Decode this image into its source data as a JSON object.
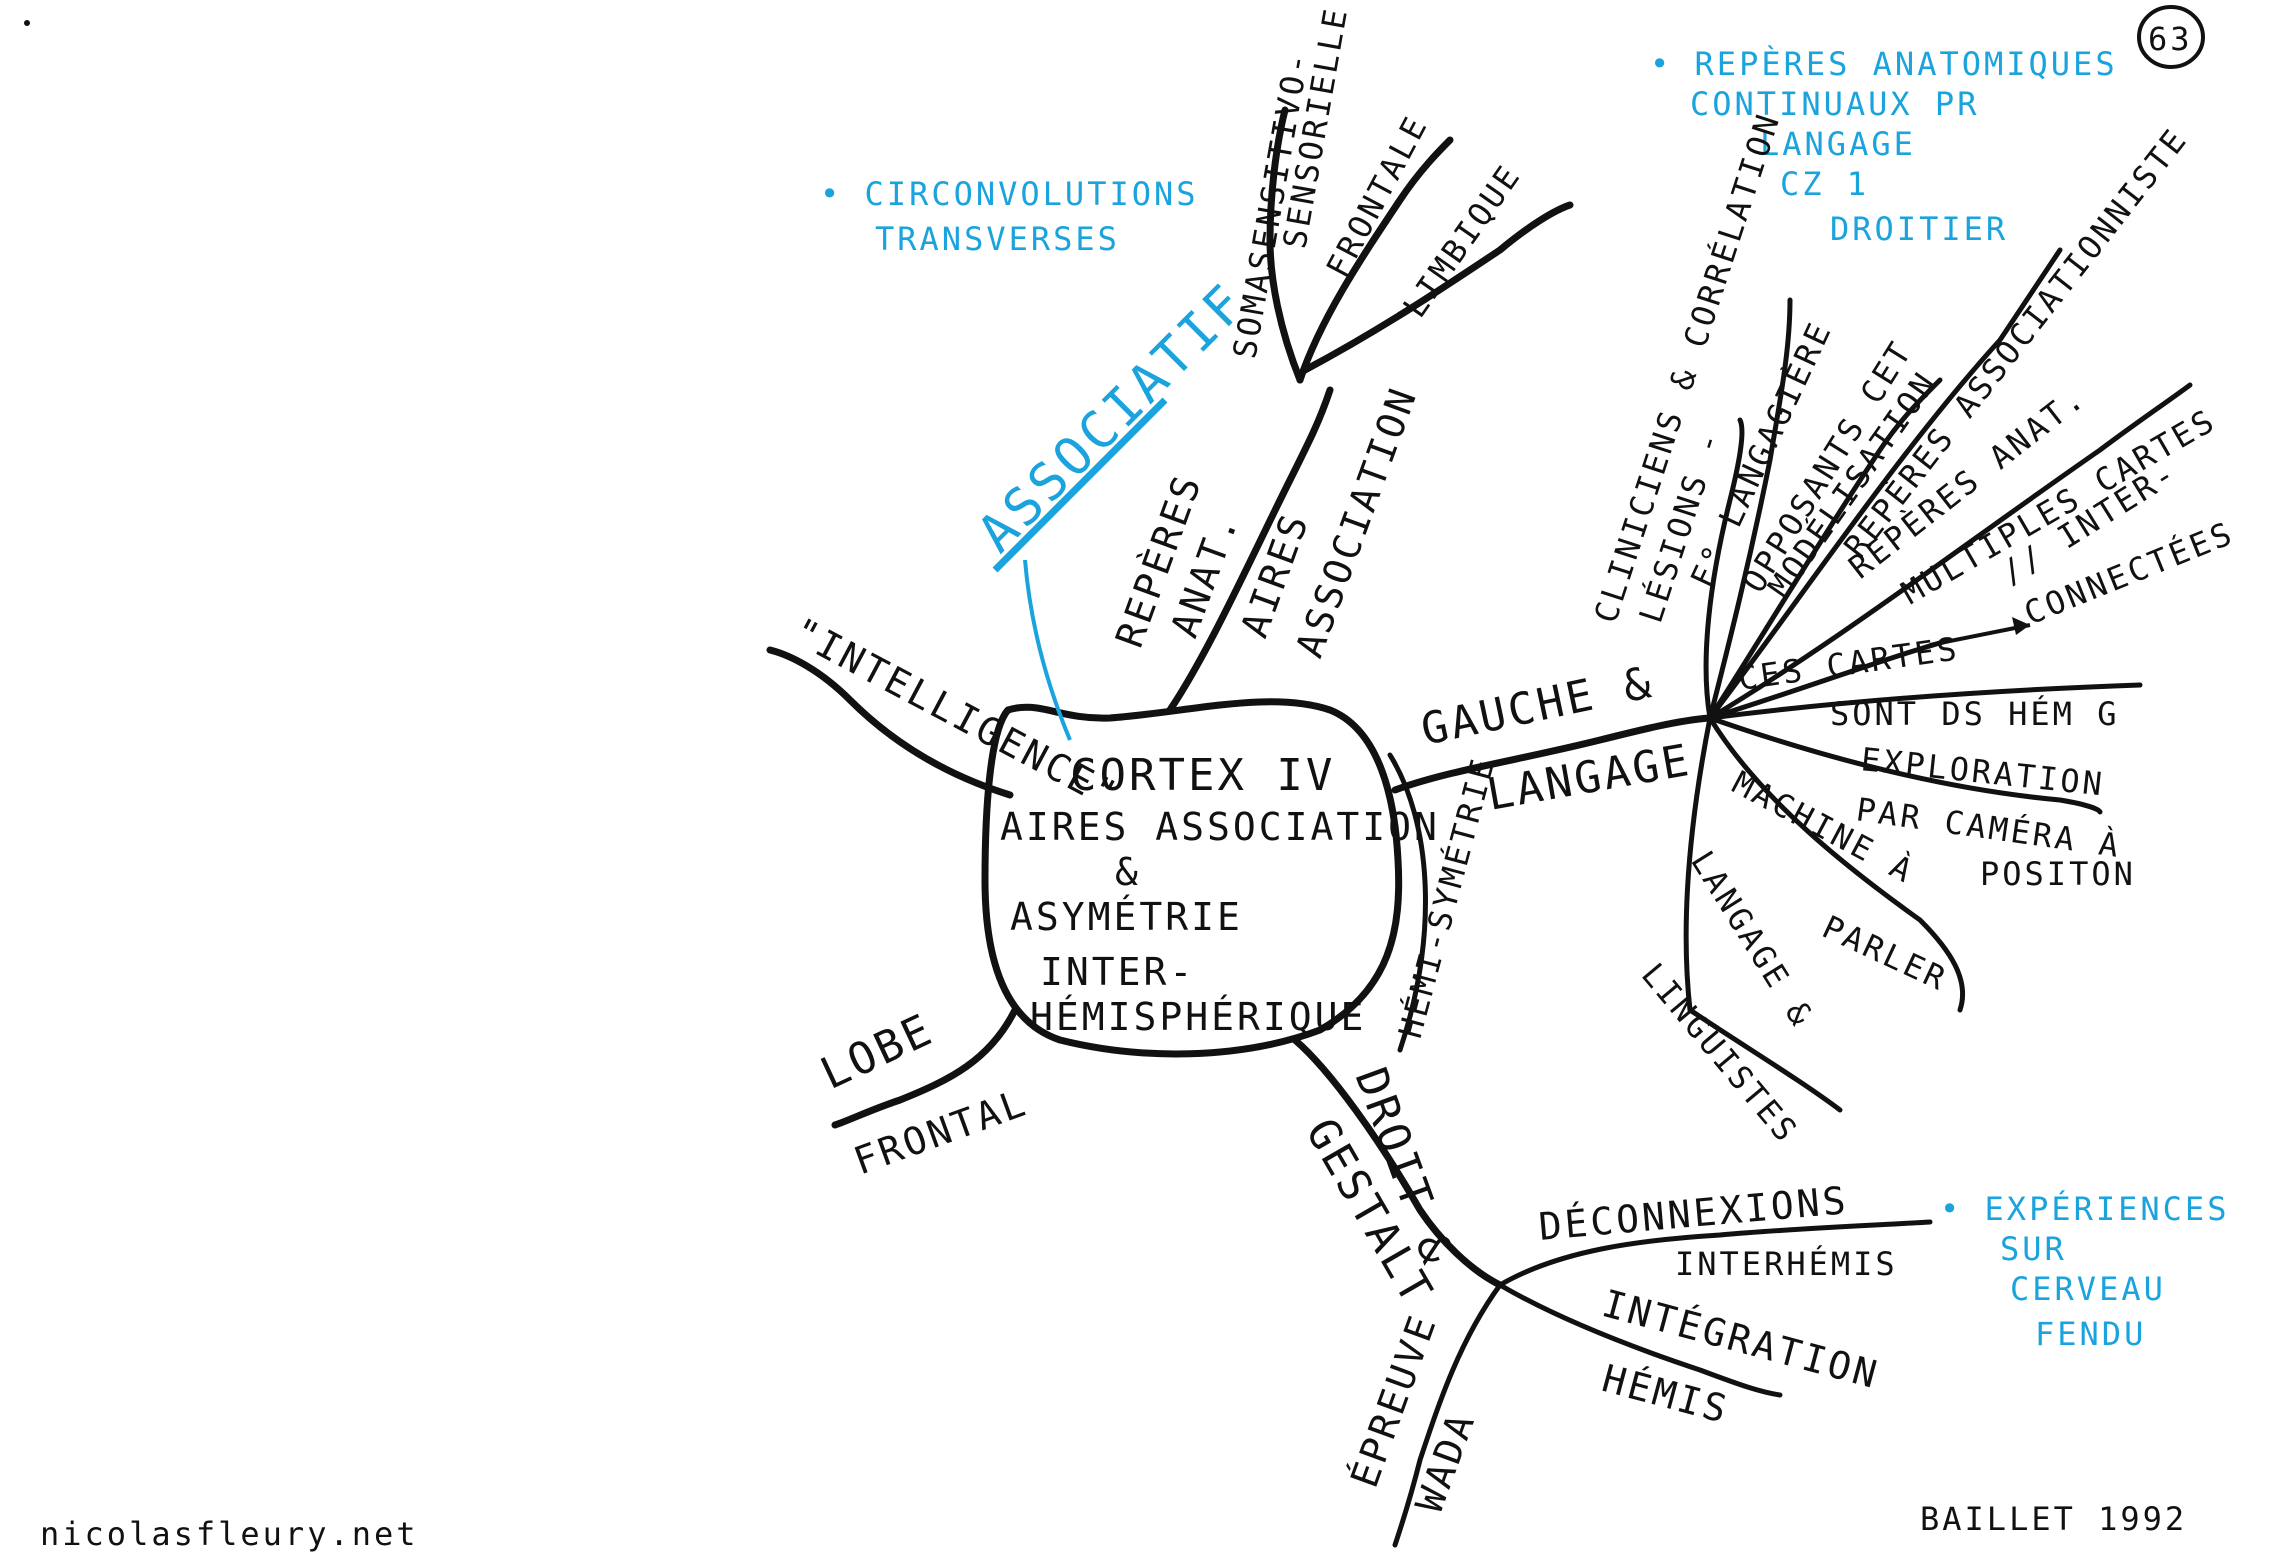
{
  "page_number": "63",
  "footer": {
    "site": "nicolasfleury.net",
    "author_year": "BAILLET 1992"
  },
  "center": {
    "line1": "CORTEX IV",
    "line2": "AIRES ASSOCIATION",
    "line3": "&",
    "line4": "ASYMÉTRIE",
    "line5": "INTER-",
    "line6": "HÉMISPHÉRIQUE"
  },
  "branches": {
    "intelligence": "\"INTELLIGENCE\"",
    "lobe": "LOBE",
    "frontal": "FRONTAL",
    "reperes_anat": [
      "REPÈRES",
      "ANAT."
    ],
    "aires_association": [
      "AIRES",
      "ASSOCIATION"
    ],
    "somesthesique": "SOMASENSITIVO-",
    "sensorielle": "SENSORIELLE",
    "frontale": "FRONTALE",
    "limbique": "LIMBIQUE",
    "gauche": "GAUCHE &",
    "langage": "LANGAGE",
    "hemi_symetrie": "HÉMI-SYMÉTRIE",
    "cliniciens": [
      "CLINICIENS & CORRÉLATION",
      "LÉSIONS -"
    ],
    "fo_langagiere": "F° LANGAGIÈRE",
    "opposants": "OPPOSANTS CET",
    "modelisation": "MODÉLISATION",
    "reperes_assoc": "REPÈRES ASSOCIATIONNISTE",
    "reperes_anat2": "REPÈRES ANAT.",
    "multiples": "MULTIPLES CARTES",
    "interconnectees": [
      "// INTER-",
      "CONNECTÉES"
    ],
    "ces_cartes": "CES CARTES",
    "sont_hem": "SONT DS HÉM G",
    "exploration": "EXPLORATION",
    "par_camera": "PAR CAMÉRA À",
    "positon": "POSITON",
    "machine": "MACHINE À",
    "parler": "PARLER",
    "langage_linguistes": [
      "LANGAGE &",
      "LINGUISTES"
    ],
    "droit": "DROIT &",
    "gestalt": "GESTALT",
    "deconnexions": "DÉCONNEXIONS",
    "inter_hemis": "INTERHÉMIS",
    "integration": "INTÉGRATION",
    "hemis": "HÉMIS",
    "epreuve": "ÉPREUVE",
    "wada": "WADA"
  },
  "notes": {
    "associatif": "ASSOCIATIF",
    "circonvolutions": [
      "• CIRCONVOLUTIONS",
      "TRANSVERSES"
    ],
    "reperes_anatomiques": [
      "• REPÈRES ANATOMIQUES",
      "CONTINUAUX PR",
      "LANGAGE",
      "CZ 1",
      "DROITIER"
    ],
    "experiences": [
      "• EXPÉRIENCES",
      "SUR",
      "CERVEAU",
      "FENDU"
    ]
  },
  "colors": {
    "ink": "#111111",
    "accent": "#1aa3dc"
  }
}
